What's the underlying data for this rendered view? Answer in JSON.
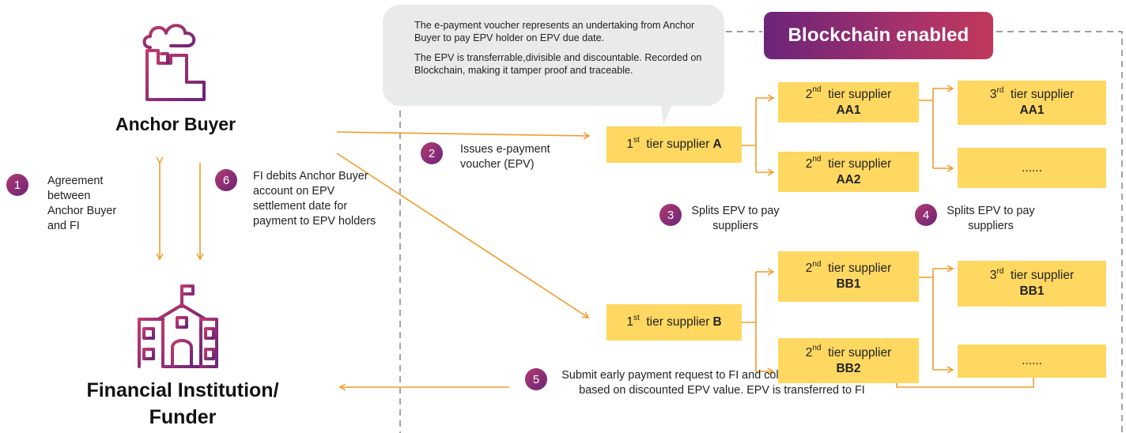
{
  "actors": {
    "buyer": "Anchor Buyer",
    "fi_line1": "Financial Institution/",
    "fi_line2": "Funder"
  },
  "badge": "Blockchain enabled",
  "bubble": {
    "para1": "The e-payment voucher represents an undertaking from Anchor Buyer to pay EPV holder on EPV due date.",
    "para2": "The EPV is transferrable,divisible and discountable. Recorded on Blockchain, making it tamper proof and traceable."
  },
  "steps": {
    "s1": {
      "num": "1",
      "text": "Agreement between Anchor Buyer and FI"
    },
    "s2": {
      "num": "2",
      "text": "Issues e-payment voucher (EPV)"
    },
    "s3": {
      "num": "3",
      "text": "Splits EPV to pay suppliers"
    },
    "s4": {
      "num": "4",
      "text": "Splits EPV to pay suppliers"
    },
    "s5": {
      "num": "5",
      "text": "Submit early payment request to FI and collect payment from FI based on discounted EPV value. EPV is transferred to FI"
    },
    "s6": {
      "num": "6",
      "text": "FI debits Anchor Buyer account on EPV settlement date for payment to EPV holders"
    }
  },
  "boxes": {
    "t1a": {
      "ord": "1",
      "sup": "st",
      "tier": "tier supplier",
      "code": "A"
    },
    "t1b": {
      "ord": "1",
      "sup": "st",
      "tier": "tier supplier",
      "code": "B"
    },
    "t2aa1": {
      "ord": "2",
      "sup": "nd",
      "tier": "tier supplier",
      "code": "AA1"
    },
    "t2aa2": {
      "ord": "2",
      "sup": "nd",
      "tier": "tier supplier",
      "code": "AA2"
    },
    "t2bb1": {
      "ord": "2",
      "sup": "nd",
      "tier": "tier supplier",
      "code": "BB1"
    },
    "t2bb2": {
      "ord": "2",
      "sup": "nd",
      "tier": "tier supplier",
      "code": "BB2"
    },
    "t3aa1": {
      "ord": "3",
      "sup": "rd",
      "tier": "tier supplier",
      "code": "AA1"
    },
    "t3bb1": {
      "ord": "3",
      "sup": "rd",
      "tier": "tier supplier",
      "code": "BB1"
    },
    "more_a": "......",
    "more_b": "......"
  },
  "colors": {
    "arrow": "#f29b2a",
    "box": "#ffd861",
    "accent_start": "#6b2479",
    "accent_end": "#c0385c",
    "bubble": "#e9eaec"
  },
  "icons": {
    "buyer": "factory-icon",
    "fi": "bank-building-icon"
  }
}
